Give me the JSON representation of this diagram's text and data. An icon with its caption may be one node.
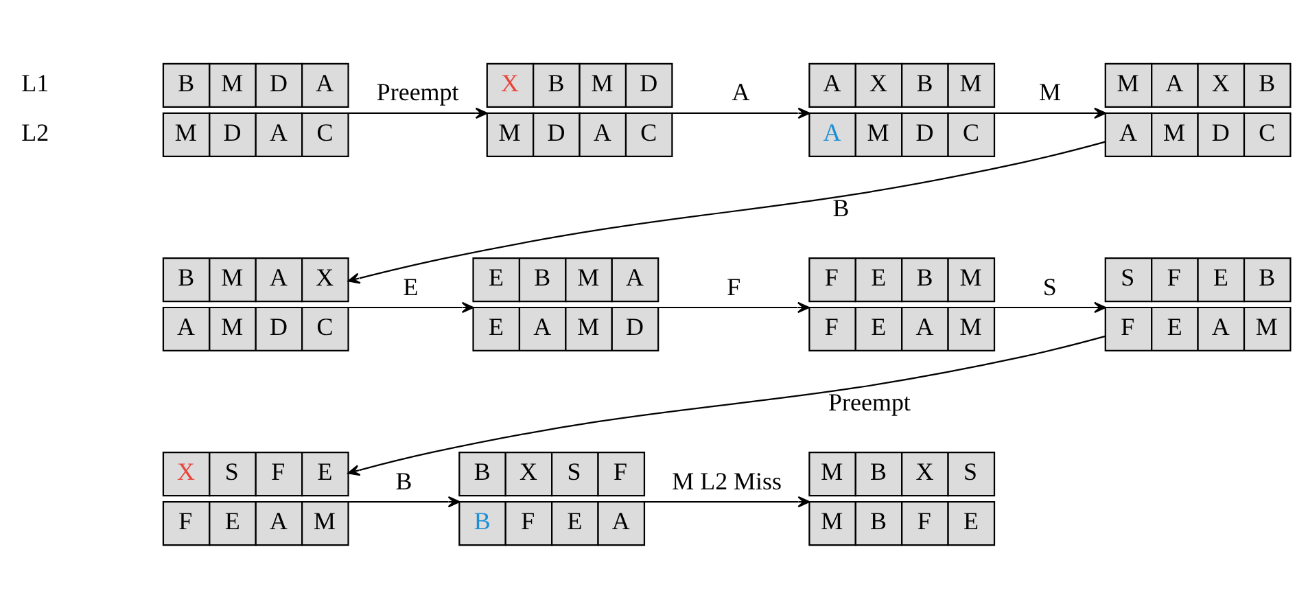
{
  "diagram": {
    "nodes": [
      {
        "text": [
          "B",
          "M",
          "D",
          "A",
          "M",
          "D",
          "A",
          "C"
        ]
      },
      {
        "text": [
          "X",
          "B",
          "M",
          "D",
          "M",
          "D",
          "A",
          "C"
        ]
      },
      {
        "text": [
          "A",
          "X",
          "B",
          "M",
          "A",
          "M",
          "D",
          "C"
        ]
      },
      {
        "text": [
          "M",
          "A",
          "X",
          "B",
          "A",
          "M",
          "D",
          "C"
        ]
      },
      {
        "text": [
          "B",
          "M",
          "A",
          "X",
          "A",
          "M",
          "D",
          "C"
        ]
      },
      {
        "text": [
          "E",
          "B",
          "M",
          "A",
          "E",
          "A",
          "M",
          "D"
        ]
      },
      {
        "text": [
          "F",
          "E",
          "B",
          "M",
          "F",
          "E",
          "A",
          "M"
        ]
      },
      {
        "text": [
          "S",
          "F",
          "E",
          "B",
          "F",
          "E",
          "A",
          "M"
        ]
      },
      {
        "text": [
          "X",
          "S",
          "F",
          "E",
          "F",
          "E",
          "A",
          "M"
        ]
      },
      {
        "text": [
          "B",
          "X",
          "S",
          "F",
          "B",
          "F",
          "E",
          "A"
        ]
      },
      {
        "text": [
          "M",
          "B",
          "X",
          "S",
          "M",
          "B",
          "F",
          "E"
        ]
      }
    ],
    "edges": [
      {
        "from": 0,
        "to": 1,
        "arrow": "to",
        "label": "Preempt"
      },
      {
        "from": 1,
        "to": 2,
        "arrow": "to",
        "label": "A"
      },
      {
        "from": 2,
        "to": 3,
        "arrow": "to",
        "label": "M"
      },
      {
        "from": 3,
        "to": 4,
        "arrow": "to",
        "label": "B"
      },
      {
        "from": 4,
        "to": 5,
        "arrow": "to",
        "label": "E"
      },
      {
        "from": 5,
        "to": 6,
        "arrow": "to",
        "label": "F"
      },
      {
        "from": 6,
        "to": 7,
        "arrow": "to",
        "label": "S"
      },
      {
        "from": 7,
        "to": 8,
        "arrow": "to",
        "label": "Preempt"
      },
      {
        "from": 8,
        "to": 9,
        "arrow": "to",
        "label": "B"
      },
      {
        "from": 9,
        "to": 10,
        "arrow": "to",
        "label": "M L2 Miss"
      }
    ],
    "labels": [
      "L1",
      "L2"
    ]
  }
}
